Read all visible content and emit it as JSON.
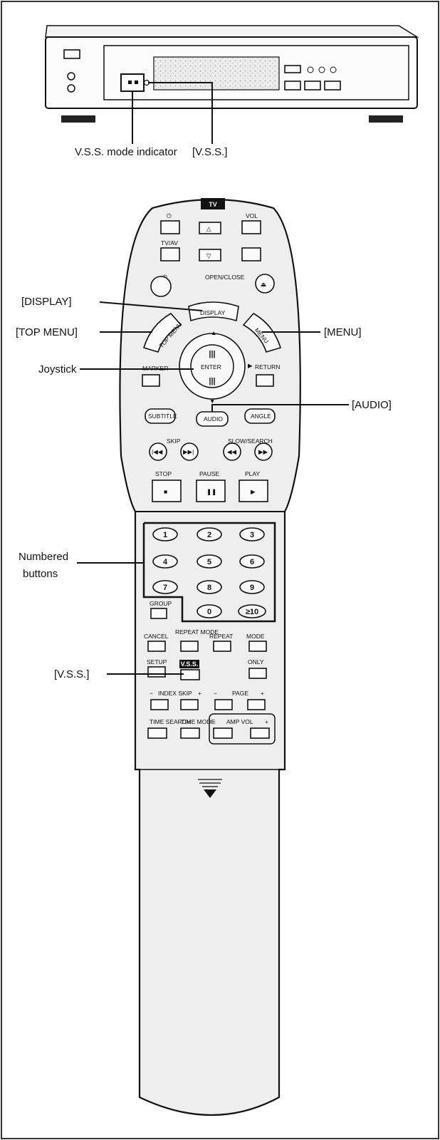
{
  "player": {
    "vss_indicator_label": "V.S.S. mode indicator",
    "vss_label": "[V.S.S.]"
  },
  "remote": {
    "tv_badge": "TV",
    "labels": {
      "display": "[DISPLAY]",
      "top_menu": "[TOP MENU]",
      "menu": "[MENU]",
      "joystick": "Joystick",
      "audio": "[AUDIO]",
      "numbered_line1": "Numbered",
      "numbered_line2": "buttons",
      "vss": "[V.S.S.]"
    },
    "buttons": {
      "vol": "VOL",
      "tvav": "TV/AV",
      "open_close": "OPEN/CLOSE",
      "display": "DISPLAY",
      "top_menu": "TOP MENU",
      "menu": "MENU",
      "marker": "MARKER",
      "return": "RETURN",
      "enter": "ENTER",
      "subtitle": "SUBTITLE",
      "audio": "AUDIO",
      "angle": "ANGLE",
      "skip": "SKIP",
      "slow_search": "SLOW/SEARCH",
      "stop": "STOP",
      "pause": "PAUSE",
      "play": "PLAY",
      "group": "GROUP",
      "cancel": "CANCEL",
      "repeat_mode": "REPEAT MODE",
      "repeat": "REPEAT",
      "mode": "MODE",
      "setup": "SETUP",
      "vss": "V.S.S.",
      "only": "ONLY",
      "index_skip": "INDEX SKIP",
      "page": "PAGE",
      "time_search": "TIME SEARCH",
      "time_mode": "TIME MODE",
      "amp_vol": "AMP VOL"
    },
    "numbers": [
      "1",
      "2",
      "3",
      "4",
      "5",
      "6",
      "7",
      "8",
      "9",
      "0",
      "≥10"
    ]
  }
}
